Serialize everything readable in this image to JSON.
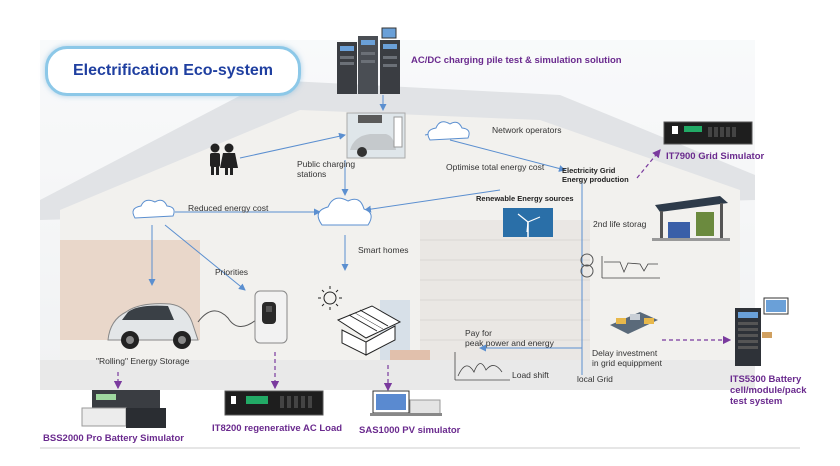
{
  "title": "Electrification Eco-system",
  "products": {
    "charging_pile": "AC/DC charging pile test & simulation solution",
    "grid_simulator": "IT7900 Grid Simulator",
    "battery_test": "ITS5300 Battery cell/module/pack test system",
    "battery_sim": "BSS2000 Pro Battery Simulator",
    "ac_load": "IT8200 regenerative AC Load",
    "pv_sim": "SAS1000 PV simulator"
  },
  "labels": {
    "network_operators": "Network operators",
    "public_charging": "Public charging",
    "stations": "stations",
    "optimise": "Optimise total energy cost",
    "grid_line1": "Electricity Grid",
    "grid_line2": "Energy production",
    "renewable": "Renewable Energy sources",
    "second_life": "2nd life storag",
    "reduced_cost": "Reduced energy cost",
    "smart_homes": "Smart homes",
    "priorities": "Priorities",
    "rolling": "\"Rolling\" Energy Storage",
    "pay_for_1": "Pay for",
    "pay_for_2": "peak power and energy",
    "delay_1": "Delay investment",
    "delay_2": "in grid equippment",
    "load_shift": "Load shift",
    "local_grid": "local Grid"
  },
  "colors": {
    "title_text": "#1f3fa0",
    "title_border": "#8cc8e8",
    "product_text": "#6a2a8e",
    "arrow_blue": "#5b8fd0",
    "arrow_purple": "#7a3a9e"
  },
  "icons": [
    "people-icon",
    "cloud-icon",
    "sun-icon",
    "solar-panel-icon",
    "wind-turbine-icon",
    "transformer-icon",
    "ev-car-icon",
    "wall-charger-icon",
    "battery-pack-icon"
  ]
}
